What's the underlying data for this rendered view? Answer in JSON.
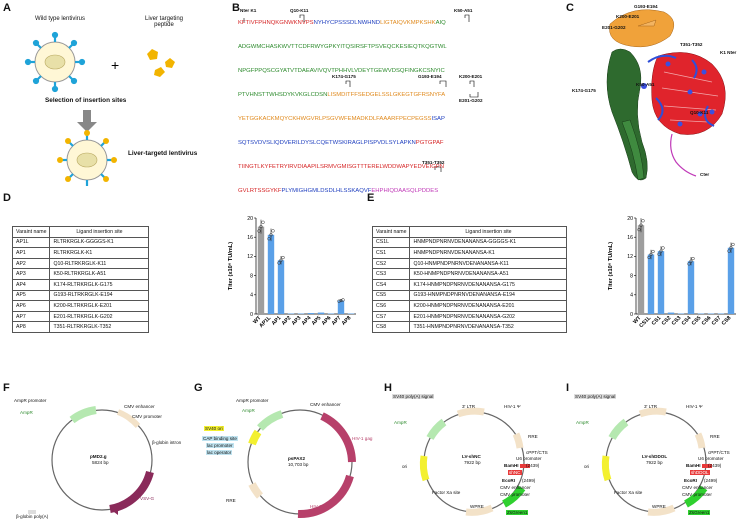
{
  "panels": {
    "A": "A",
    "B": "B",
    "C": "C",
    "D": "D",
    "E": "E",
    "F": "F",
    "G": "G",
    "H": "H",
    "I": "I"
  },
  "panelA": {
    "wild_type": "Wild type lentivirus",
    "peptide": "Liver targeting peptide",
    "selection": "Selection of insertion sites",
    "targeted": "Liver-targetd lentivirus"
  },
  "panelB": {
    "site_labels": [
      "Nter K1",
      "Q10-K11",
      "K50-A51",
      "K174-G175",
      "G193-E194",
      "K200-E201",
      "E201-G202",
      "T351-T352"
    ],
    "lines": [
      [
        {
          "t": "KFTIVFPHNQKGNWKNVPS",
          "c": "#d62728"
        },
        {
          "t": "NYHYCPSSSDLNWHND",
          "c": "#1f3fbf"
        },
        {
          "t": "LIGTAIQVKMPKSHK",
          "c": "#e08a1e"
        },
        {
          "t": "AIQ",
          "c": "#2e8b2e"
        }
      ],
      [
        {
          "t": "ADGWMCHASKWVTTCDFRWYGPKYITQSIRSFTPSVEQCKESIEQTKQGTWL",
          "c": "#2e8b2e"
        }
      ],
      [
        {
          "t": "NPGFPPQSCGYATVTDAEAVIVQVTPHHVLVDEYTGEWVDSQFINGKCSNYIC",
          "c": "#2e8b2e"
        }
      ],
      [
        {
          "t": "PTVHNSTTWHSDYKVKGLCDSN",
          "c": "#2e8b2e"
        },
        {
          "t": "LISMDITFFSEDGELSSLGKEGTGFRSNYFA",
          "c": "#e08a1e"
        }
      ],
      [
        {
          "t": "YETGGKACKMQYCKHWGVRLPSGVWFEMADKDLFAAARFPECPEGSS",
          "c": "#e08a1e"
        },
        {
          "t": "ISAP",
          "c": "#1f3fbf"
        }
      ],
      [
        {
          "t": "SQTSVDVSLIQDVERILDYSLCQETWSKIRAGLPISPVDLSYLAPKN",
          "c": "#1f3fbf"
        },
        {
          "t": "PGTGPAF",
          "c": "#d62728"
        }
      ],
      [
        {
          "t": "TIINGTLKYFETRYIRVDIAAPILSRMVGMISGTTTERELWDDWAPYEDVEIGPN",
          "c": "#d62728"
        }
      ],
      [
        {
          "t": "GVLRTSSGYKF",
          "c": "#d62728"
        },
        {
          "t": "PLYMIGHGMLDSDLHLSSKAQVF",
          "c": "#1f3fbf"
        },
        {
          "t": "EHPHIQDAASQLPDDES",
          "c": "#c03ab8"
        }
      ]
    ]
  },
  "panelC": {
    "labels": [
      "G193-E194",
      "K200-E201",
      "E201-G202",
      "T351-T352",
      "K1 Nter",
      "K174-G175",
      "K50-A51",
      "Q10-K11",
      "Cter"
    ]
  },
  "panelD": {
    "headers": [
      "Varaint name",
      "Ligand insertion site"
    ],
    "rows": [
      [
        "AP1L",
        "RLTRKRGLK-GGGGS-K1"
      ],
      [
        "AP1",
        "RLTRKRGLK-K1"
      ],
      [
        "AP2",
        "Q10-RLTRKRGLK-K11"
      ],
      [
        "AP3",
        "K50-RLTRKRGLK-A51"
      ],
      [
        "AP4",
        "K174-RLTRKRGLK-G175"
      ],
      [
        "AP5",
        "G193-RLTRKRGLK-E194"
      ],
      [
        "AP6",
        "K200-RLTRKRGLK-E201"
      ],
      [
        "AP7",
        "E201-RLTRKRGLK-G202"
      ],
      [
        "AP8",
        "T351-RLTRKRGLK-T352"
      ]
    ]
  },
  "panelE": {
    "headers": [
      "Varaint name",
      "Ligand insertion site"
    ],
    "rows": [
      [
        "CS1L",
        "HNMPNDPNRNVDENANANSA-GGGGS-K1"
      ],
      [
        "CS1",
        "HNMPNDPNRNVDENANANSA-K1"
      ],
      [
        "CS2",
        "Q10-HNMPNDPNRNVDENANANSA-K11"
      ],
      [
        "CS3",
        "K50-HNMPNDPNRNVDENANANSA-A51"
      ],
      [
        "CS4",
        "K174-HNMPNDPNRNVDENANANSA-G175"
      ],
      [
        "CS5",
        "G193-HNMPNDPNRNVDENANANSA-E194"
      ],
      [
        "CS6",
        "K200-HNMPNDPNRNVDENANANSA-E201"
      ],
      [
        "CS7",
        "E201-HNMPNDPNRNVDENANANSA-G202"
      ],
      [
        "CS8",
        "T351-HNMPNDPNRNVDENANANSA-T352"
      ]
    ]
  },
  "chart_data": [
    {
      "type": "bar",
      "ylabel": "Titer (x10⁶ TU/mL)",
      "ylim": [
        0,
        20
      ],
      "yticks": [
        "0",
        "4",
        "8",
        "12",
        "16",
        "20"
      ],
      "categories": [
        "WT",
        "AP1L",
        "AP1",
        "AP2",
        "AP3",
        "AP4",
        "AP5",
        "AP6",
        "AP7",
        "AP8"
      ],
      "values": [
        18.2,
        16.5,
        11.2,
        0.1,
        0.1,
        0.2,
        0.3,
        0.1,
        2.8,
        0.1
      ],
      "colors": [
        "#9e9e9e",
        "#5aa0e8",
        "#5aa0e8",
        "#5aa0e8",
        "#5aa0e8",
        "#5aa0e8",
        "#5aa0e8",
        "#5aa0e8",
        "#5aa0e8",
        "#5aa0e8"
      ]
    },
    {
      "type": "bar",
      "ylabel": "Titer (x10⁶ TU/mL)",
      "ylim": [
        0,
        20
      ],
      "yticks": [
        "0",
        "4",
        "8",
        "12",
        "16",
        "20"
      ],
      "categories": [
        "WT",
        "CS1L",
        "CS1",
        "CS2",
        "CS3",
        "CS4",
        "CS5",
        "CS6",
        "CS7",
        "CS8"
      ],
      "values": [
        18.5,
        12.4,
        13.1,
        0.3,
        0.1,
        11.0,
        0.1,
        0.1,
        0.1,
        13.8
      ],
      "colors": [
        "#9e9e9e",
        "#5aa0e8",
        "#5aa0e8",
        "#5aa0e8",
        "#5aa0e8",
        "#5aa0e8",
        "#5aa0e8",
        "#5aa0e8",
        "#5aa0e8",
        "#5aa0e8"
      ]
    }
  ],
  "plasmidF": {
    "name": "pMD2.g",
    "size": "5824 bp",
    "features": [
      "AmpR promoter",
      "AmpR",
      "CMV enhancer",
      "CMV promoter",
      "β-globin intron",
      "VSV-G",
      "β-globin poly(A)"
    ]
  },
  "plasmidG": {
    "name": "psPAX2",
    "size": "10,703 bp",
    "features": [
      "AmpR promoter",
      "AmpR",
      "CMV enhancer",
      "SV40 ori",
      "CAP binding site",
      "lac promoter",
      "lac operator",
      "RRE",
      "HIV-1 gag",
      "HIV-1 pol"
    ]
  },
  "plasmidH": {
    "name": "LV-shNC",
    "size": "7922 bp",
    "features": [
      "SV40 poly(A) signal",
      "AmpR",
      "ori",
      "3' LTR",
      "HIV-1 Ψ",
      "RRE",
      "cPPT/CTS",
      "U6 promoter",
      "BamHI",
      "shNC",
      "EcoRI",
      "CMV enhancer",
      "CMV promoter",
      "Factor Xa site",
      "WPRE",
      "ZsGreen1"
    ],
    "site_numbers": [
      "(2439)",
      "(2499)"
    ]
  },
  "plasmidI": {
    "name": "LV-shDDOL",
    "size": "7922 bp",
    "features": [
      "SV40 poly(A) signal",
      "AmpR",
      "ori",
      "3' LTR",
      "HIV-1 Ψ",
      "RRE",
      "cPPT/CTS",
      "U6 promoter",
      "BamHI",
      "shDDOL",
      "EcoRI",
      "CMV enhancer",
      "CMV promoter",
      "Factor Xa site",
      "WPRE",
      "ZsGreen1"
    ],
    "site_numbers": [
      "(2439)",
      "(2499)"
    ]
  }
}
